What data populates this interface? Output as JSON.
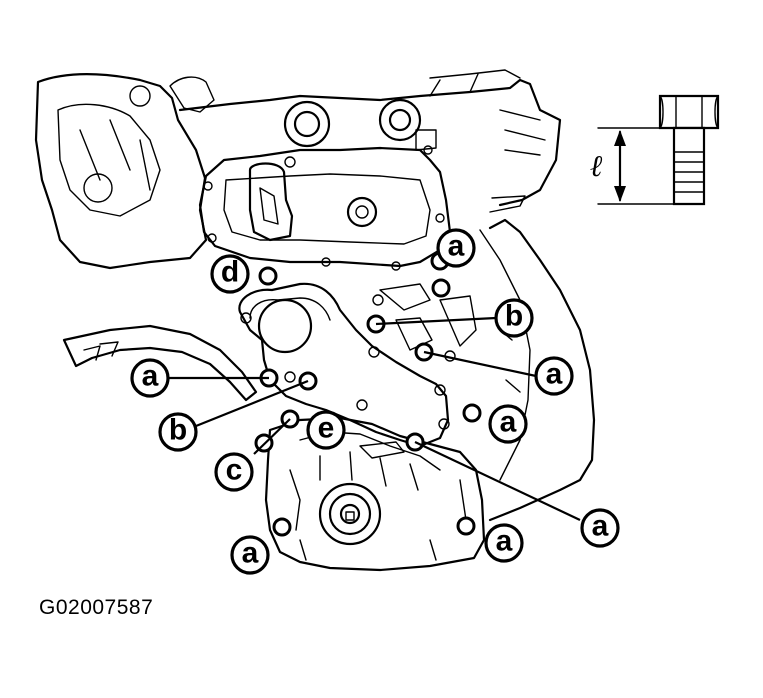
{
  "figure_id": "G02007587",
  "length_symbol": "ℓ",
  "callouts": [
    {
      "id": "a1",
      "letter": "a"
    },
    {
      "id": "d1",
      "letter": "d"
    },
    {
      "id": "b1",
      "letter": "b"
    },
    {
      "id": "a2",
      "letter": "a"
    },
    {
      "id": "a3",
      "letter": "a"
    },
    {
      "id": "b2",
      "letter": "b"
    },
    {
      "id": "a4",
      "letter": "a"
    },
    {
      "id": "e1",
      "letter": "e"
    },
    {
      "id": "c1",
      "letter": "c"
    },
    {
      "id": "a5",
      "letter": "a"
    },
    {
      "id": "a6",
      "letter": "a"
    },
    {
      "id": "a7",
      "letter": "a"
    }
  ]
}
